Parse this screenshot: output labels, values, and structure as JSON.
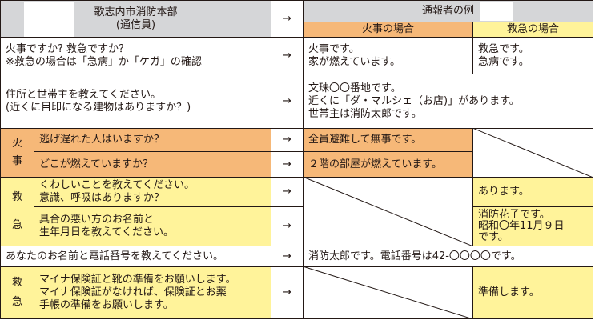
{
  "header": {
    "dispatcher_title_line1": "歌志内市消防本部",
    "dispatcher_title_line2": "(通信員)",
    "arrow": "→",
    "caller_title": "通報者の例",
    "fire_case": "火事の場合",
    "ambulance_case": "救急の場合"
  },
  "rows": [
    {
      "q": [
        "火事ですか? 救急ですか？",
        "※救急の場合は「急病」か「ケガ」の確認"
      ],
      "fire": [
        "火事です。",
        "家が燃えています。"
      ],
      "ambulance": [
        "救急です。",
        "急病です。"
      ]
    },
    {
      "q": [
        "住所と世帯主を教えてください。",
        "(近くに目印になる建物はありますか？)"
      ],
      "answer": [
        "文珠〇〇番地です。",
        "近くに「ダ・マルシェ（お店)」があります。",
        "世帯主は消防太郎です。"
      ]
    },
    {
      "group": [
        "火",
        "事"
      ],
      "items": [
        {
          "q": [
            "逃げ遅れた人はいますか？"
          ],
          "fire": [
            "全員避難して無事です。"
          ]
        },
        {
          "q": [
            "どこが燃えていますか？"
          ],
          "fire": [
            "２階の部屋が燃えています。"
          ]
        }
      ]
    },
    {
      "group": [
        "救",
        "急"
      ],
      "items": [
        {
          "q": [
            "くわしいことを教えてください。",
            "意識、呼吸はありますか？"
          ],
          "ambulance": [
            "あります。"
          ]
        },
        {
          "q": [
            "具合の悪い方のお名前と",
            "生年月日を教えてください。"
          ],
          "ambulance": [
            "消防花子です。",
            "昭和〇年11月９日",
            "です。"
          ]
        }
      ]
    },
    {
      "q": [
        "あなたのお名前と電話番号を教えてください。"
      ],
      "answer": [
        "消防太郎です。電話番号は42-〇〇〇〇です。"
      ]
    },
    {
      "group": [
        "救",
        "急"
      ],
      "q": [
        "マイナ保険証と靴の準備をお願いします。",
        "マイナ保険証がなければ、保険証とお薬",
        "手帳の準備をお願いします。"
      ],
      "ambulance": [
        "準備します。"
      ]
    }
  ],
  "colors": {
    "header_gray": "#d5d6d8",
    "fire_orange": "#f6b878",
    "ambulance_yellow": "#fff39a"
  }
}
